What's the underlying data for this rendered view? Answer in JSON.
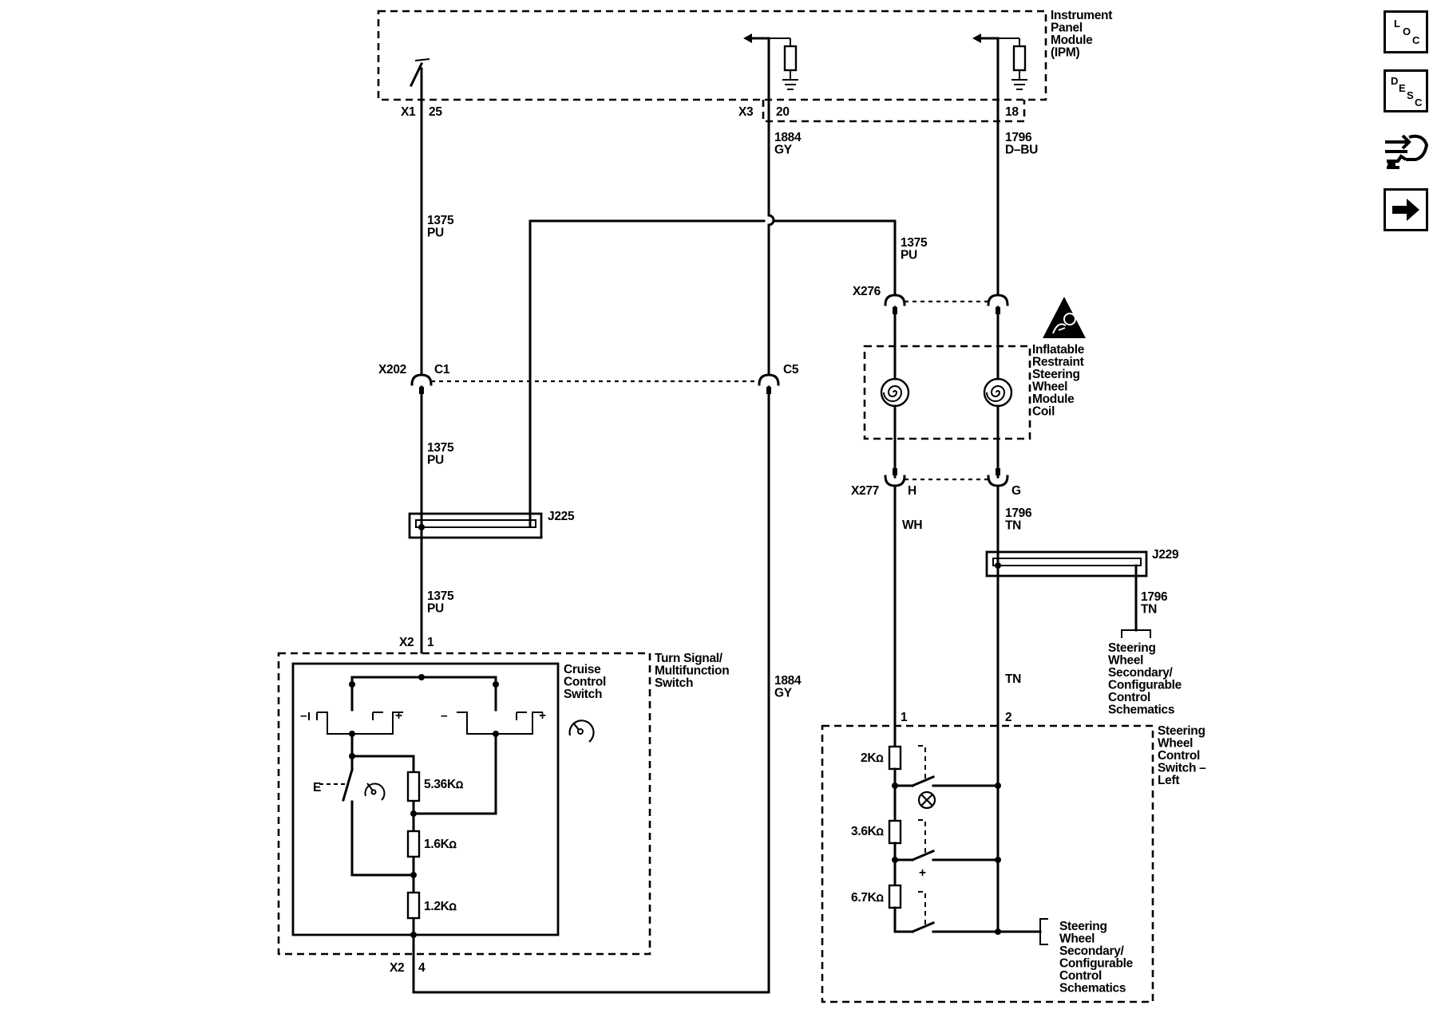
{
  "ipm": {
    "name": "Instrument\nPanel\nModule\n(IPM)",
    "x1": "X1",
    "x1_pin": "25",
    "x3": "X3",
    "x3_pin_a": "20",
    "x3_pin_b": "18"
  },
  "wires": {
    "w1884": "1884\nGY",
    "w1796": "1796\nD–BU",
    "w1375_top": "1375\nPU",
    "w1375_right": "1375\nPU",
    "w1375_mid": "1375\nPU",
    "w1375_low": "1375\nPU",
    "w1884_low": "1884\nGY",
    "wh": "WH",
    "w1796_tn": "1796\nTN",
    "w1796_tn_r": "1796\nTN",
    "tn": "TN"
  },
  "connectors": {
    "x276": "X276",
    "x202": "X202",
    "c1": "C1",
    "c5": "C5",
    "x277": "X277",
    "h": "H",
    "g": "G",
    "x2_top": "X2",
    "x2_top_pin": "1",
    "x2_bot": "X2",
    "x2_bot_pin": "4",
    "swc_pin1": "1",
    "swc_pin2": "2"
  },
  "splices": {
    "j225": "J225",
    "j229": "J229"
  },
  "components": {
    "coil": "Inflatable\nRestraint\nSteering\nWheel\nModule\nCoil",
    "turn_signal": "Turn Signal/\nMultifunction\nSwitch",
    "cruise": "Cruise\nControl\nSwitch",
    "swc_left": "Steering\nWheel\nControl\nSwitch –\nLeft",
    "sws_ref_top": "Steering\nWheel\nSecondary/\nConfigurable\nControl\nSchematics",
    "sws_ref_bot": "Steering\nWheel\nSecondary/\nConfigurable\nControl\nSchematics"
  },
  "resistors": {
    "r536": "5.36Kꭥ",
    "r16": "1.6Kꭥ",
    "r12": "1.2Kꭥ",
    "r2": "2Kꭥ",
    "r36": "3.6Kꭥ",
    "r67": "6.7Kꭥ"
  },
  "symbols": {
    "minus": "–",
    "plus": "+",
    "e": "E"
  },
  "nav": {
    "loc": [
      "L",
      "O",
      "C"
    ],
    "desc": [
      "D",
      "E",
      "S",
      "C"
    ],
    "icons": [
      "location-view",
      "description-view",
      "connector-view",
      "next-page"
    ]
  },
  "colors": {
    "line": "#000000",
    "background": "#ffffff"
  }
}
